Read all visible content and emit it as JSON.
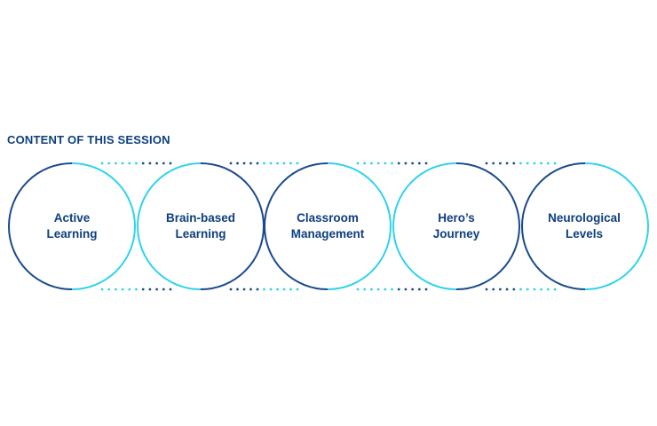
{
  "section_title": "CONTENT OF THIS SESSION",
  "nodes": [
    {
      "line1": "Active",
      "line2": "Learning"
    },
    {
      "line1": "Brain-based",
      "line2": "Learning"
    },
    {
      "line1": "Classroom",
      "line2": "Management"
    },
    {
      "line1": "Hero’s",
      "line2": "Journey"
    },
    {
      "line1": "Neurological",
      "line2": "Levels"
    }
  ],
  "colors": {
    "dark_blue": "#1a4a8c",
    "light_blue": "#2fd3ea",
    "text_blue": "#0d3f7f"
  }
}
